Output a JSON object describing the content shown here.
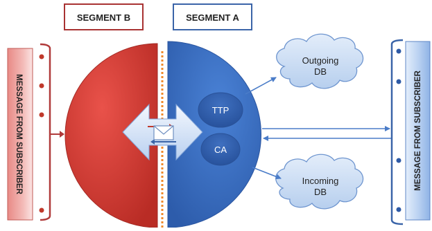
{
  "segment_b": {
    "label": "SEGMENT B",
    "color": "#a83232"
  },
  "segment_a": {
    "label": "SEGMENT A",
    "color": "#3a64a8"
  },
  "left_panel": {
    "label": "MESSAGE FROM SUBSCRIBER",
    "bracket_color": "#b03a3a"
  },
  "right_panel": {
    "label": "MESSAGE FROM SUBSCRIBER",
    "bracket_color": "#3a64a8"
  },
  "nodes": {
    "ttp": "TTP",
    "ca": "CA"
  },
  "clouds": {
    "outgoing": {
      "line1": "Outgoing",
      "line2": "DB"
    },
    "incoming": {
      "line1": "Incoming",
      "line2": "DB"
    }
  },
  "icons": {
    "center": "envelope-icon",
    "arrows": "double-arrow-icon"
  },
  "colors": {
    "red_segment": "#d43c34",
    "blue_segment": "#3a6fc4",
    "node_fill": "#3262b2",
    "cloud_fill": "#c9dcf4",
    "divider": "#f08a2a",
    "connector": "#4a7cc8"
  }
}
